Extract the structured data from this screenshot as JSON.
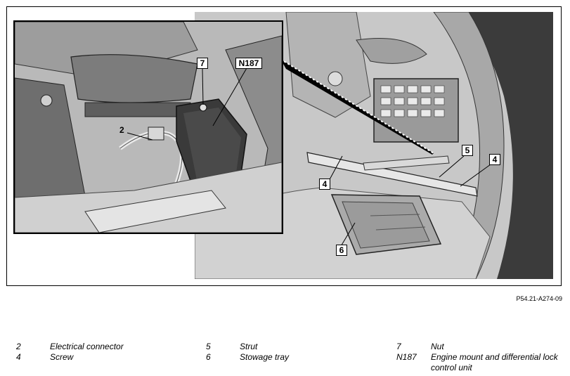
{
  "figure": {
    "id": "P54.21-A274-09",
    "callouts": {
      "main": [
        "4",
        "5",
        "4",
        "6"
      ],
      "inset": [
        "2",
        "7",
        "N187"
      ]
    }
  },
  "legend": [
    {
      "num": "2",
      "text": "Electrical connector"
    },
    {
      "num": "4",
      "text": "Screw"
    },
    {
      "num": "5",
      "text": "Strut"
    },
    {
      "num": "6",
      "text": "Stowage tray"
    },
    {
      "num": "7",
      "text": "Nut"
    },
    {
      "num": "N187",
      "text": "Engine mount and differential lock control unit"
    }
  ]
}
